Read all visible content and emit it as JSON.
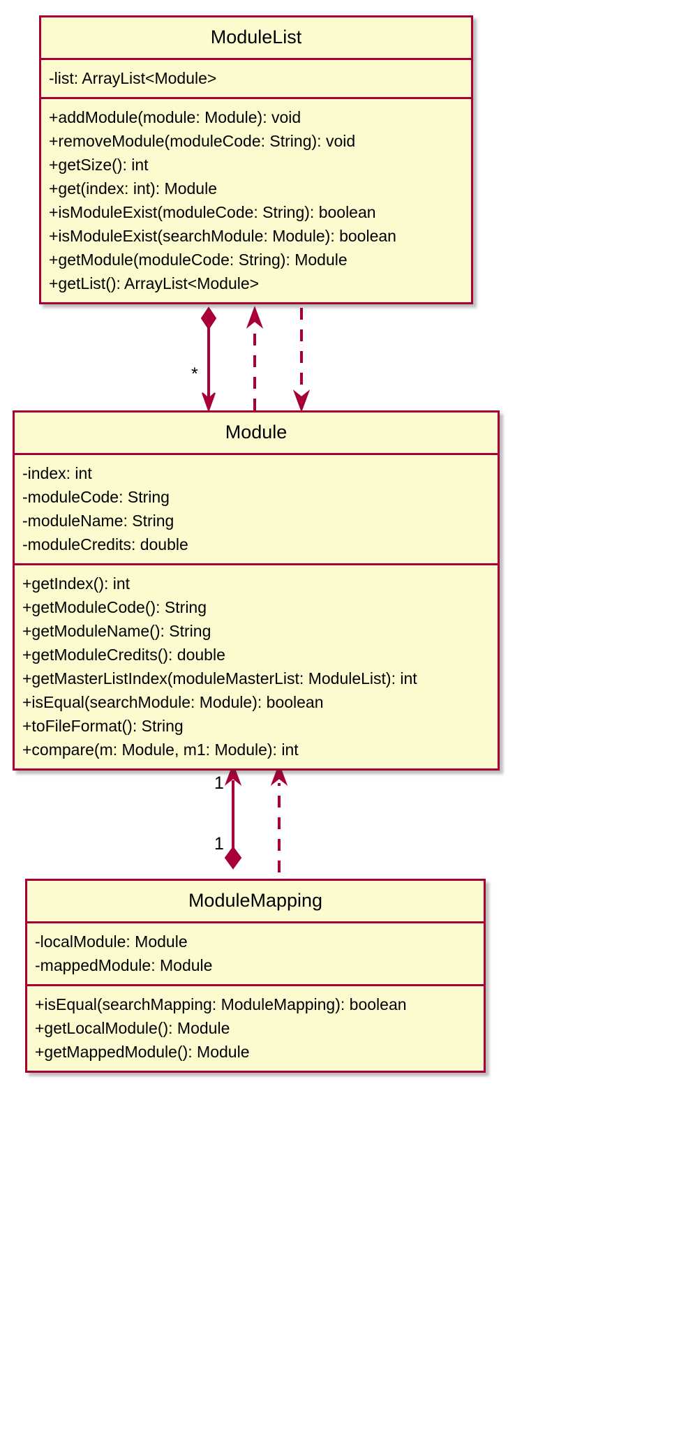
{
  "diagram": {
    "type": "uml-class-diagram",
    "colors": {
      "border": "#A80036",
      "fill": "#FBFBCF",
      "text": "#000000",
      "background": "#FFFFFF"
    },
    "classes": [
      {
        "id": "modulelist",
        "name": "ModuleList",
        "attributes": [
          "-list: ArrayList<Module>"
        ],
        "methods": [
          "+addModule(module: Module): void",
          "+removeModule(moduleCode: String): void",
          "+getSize(): int",
          "+get(index: int): Module",
          "+isModuleExist(moduleCode: String): boolean",
          "+isModuleExist(searchModule: Module): boolean",
          "+getModule(moduleCode: String): Module",
          "+getList(): ArrayList<Module>"
        ]
      },
      {
        "id": "module",
        "name": "Module",
        "attributes": [
          "-index: int",
          "-moduleCode: String",
          "-moduleName: String",
          "-moduleCredits: double"
        ],
        "methods": [
          "+getIndex(): int",
          "+getModuleCode(): String",
          "+getModuleName(): String",
          "+getModuleCredits(): double",
          "+getMasterListIndex(moduleMasterList: ModuleList): int",
          "+isEqual(searchModule: Module): boolean",
          "+toFileFormat(): String",
          "+compare(m: Module, m1: Module): int"
        ]
      },
      {
        "id": "modulemapping",
        "name": "ModuleMapping",
        "attributes": [
          "-localModule: Module",
          "-mappedModule: Module"
        ],
        "methods": [
          "+isEqual(searchMapping: ModuleMapping): boolean",
          "+getLocalModule(): Module",
          "+getMappedModule(): Module"
        ]
      }
    ],
    "relationships": [
      {
        "id": "modulelist-composes-module",
        "from": "ModuleList",
        "to": "Module",
        "kind": "composition",
        "line": "solid",
        "source_multiplicity": "",
        "target_multiplicity": "*"
      },
      {
        "id": "module-dependency-up-to-modulelist",
        "from": "Module",
        "to": "ModuleList",
        "kind": "dependency",
        "line": "dashed",
        "direction": "up"
      },
      {
        "id": "modulelist-dependency-down-to-module",
        "from": "ModuleList",
        "to": "Module",
        "kind": "dependency",
        "line": "dashed",
        "direction": "down"
      },
      {
        "id": "modulemapping-composes-module",
        "from": "ModuleMapping",
        "to": "Module",
        "kind": "composition",
        "line": "solid",
        "source_multiplicity": "1",
        "target_multiplicity": "1"
      },
      {
        "id": "modulemapping-dependency-up-to-module",
        "from": "ModuleMapping",
        "to": "Module",
        "kind": "dependency",
        "line": "dashed",
        "direction": "up"
      }
    ],
    "edge_labels": [
      {
        "id": "star-multiplicity",
        "text": "*"
      },
      {
        "id": "one-multiplicity-top",
        "text": "1"
      },
      {
        "id": "one-multiplicity-bottom",
        "text": "1"
      }
    ]
  }
}
